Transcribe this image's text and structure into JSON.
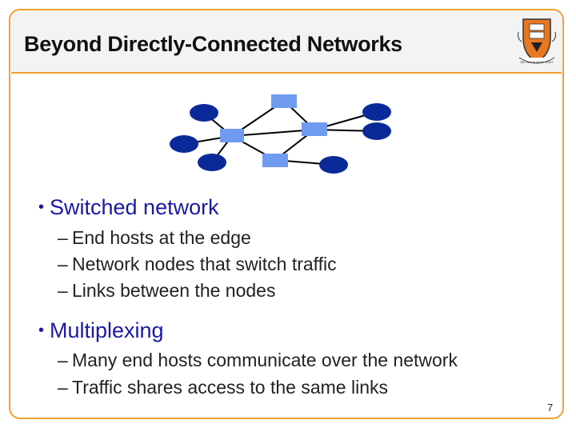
{
  "title": "Beyond Directly-Connected Networks",
  "logo_text": "DEI SUB NUMINE VIGET",
  "colors": {
    "frame": "#f0a030",
    "bullet_text": "#1a1aa0",
    "host_fill": "#0b2a99",
    "switch_fill": "#6f9bee",
    "logo_orange": "#e87722"
  },
  "diagram_icons": {
    "host": "ellipse",
    "switch": "rectangle"
  },
  "sections": [
    {
      "bullet": "Switched network",
      "items": [
        "End hosts at the edge",
        "Network nodes that switch traffic",
        "Links between the nodes"
      ]
    },
    {
      "bullet": "Multiplexing",
      "items": [
        "Many end hosts communicate over the network",
        "Traffic shares access to the same links"
      ]
    }
  ],
  "page_number": "7"
}
